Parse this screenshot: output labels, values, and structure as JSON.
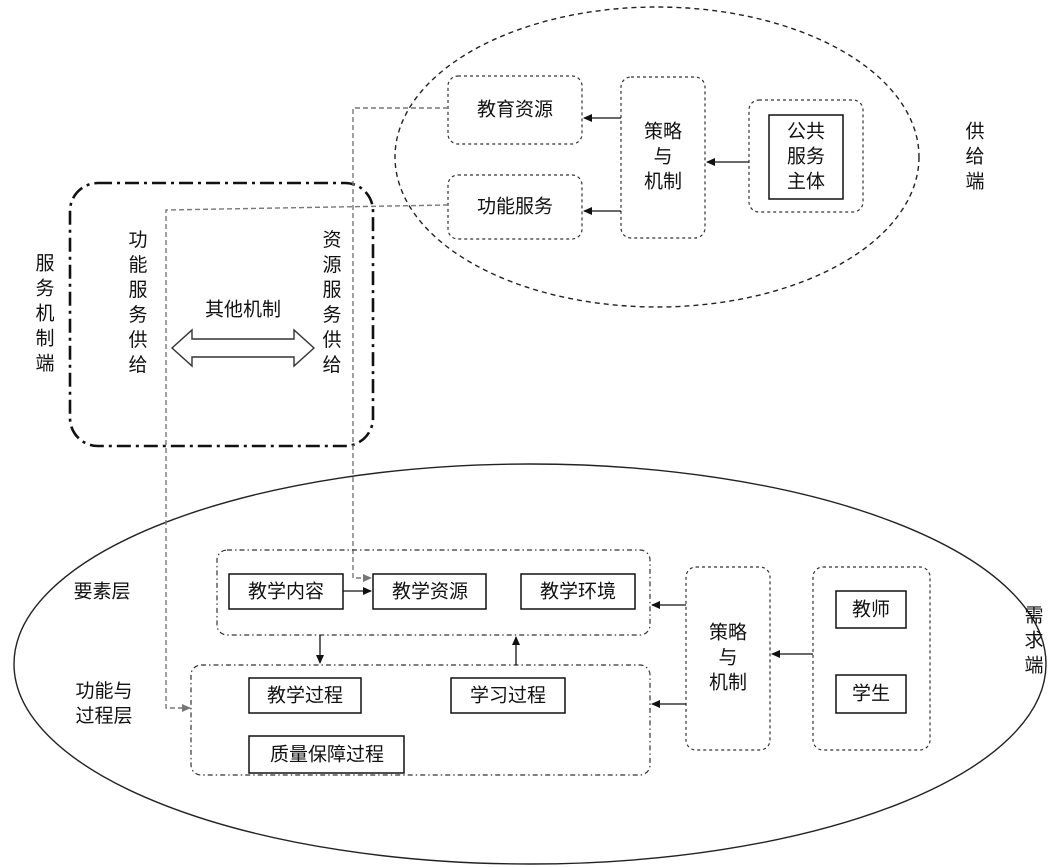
{
  "supply": {
    "side_label": "供\n给\n端",
    "edu_resources": "教育资源",
    "func_services": "功能服务",
    "strategy": "策略\n与\n机制",
    "public_subject": "公共\n服务\n主体"
  },
  "mechanism": {
    "side_label": "服\n务\n机\n制\n端",
    "left_col": "功\n能\n服\n务\n供\n给",
    "right_col": "资\n源\n服\n务\n供\n给",
    "other": "其他机制"
  },
  "demand": {
    "side_label": "需\n求\n端",
    "element_layer": "要素层",
    "process_layer": "功能与\n过程层",
    "teaching_content": "教学内容",
    "teaching_resources": "教学资源",
    "teaching_env": "教学环境",
    "teaching_process": "教学过程",
    "learning_process": "学习过程",
    "quality_process": "质量保障过程",
    "strategy": "策略\n与\n机制",
    "teacher": "教师",
    "student": "学生"
  }
}
